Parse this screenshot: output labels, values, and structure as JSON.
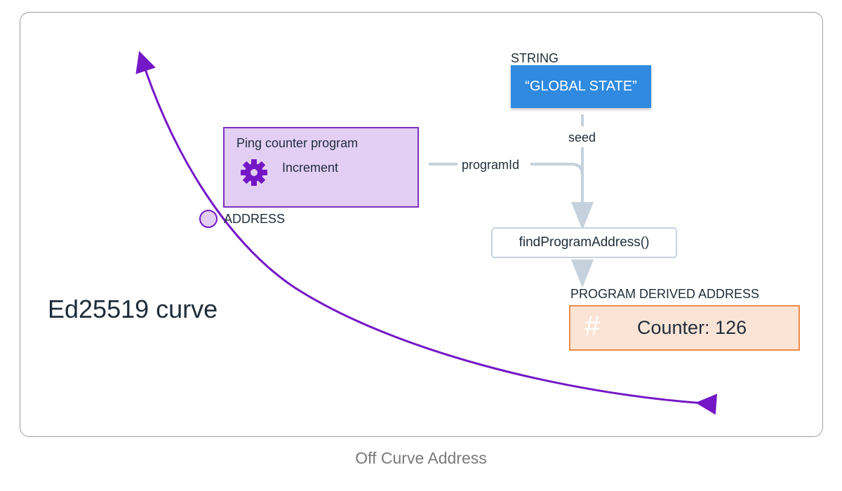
{
  "caption": "Off Curve Address",
  "curve_label": "Ed25519 curve",
  "address_label": "ADDRESS",
  "string": {
    "heading": "STRING",
    "value": "“GLOBAL STATE”"
  },
  "program": {
    "title": "Ping counter program",
    "instruction": "Increment"
  },
  "edges": {
    "seed": "seed",
    "program_id": "programId"
  },
  "function": "findProgramAddress()",
  "pda": {
    "heading": "PROGRAM DERIVED ADDRESS",
    "value": "Counter: 126",
    "icon": "hash-icon"
  },
  "colors": {
    "curve": "#7417c6",
    "string_box": "#2f8ae0",
    "program_box": "#e3cff3",
    "pda_box": "#fbe4d6",
    "pda_border": "#ef8a45",
    "connector": "#c5d1dc"
  }
}
